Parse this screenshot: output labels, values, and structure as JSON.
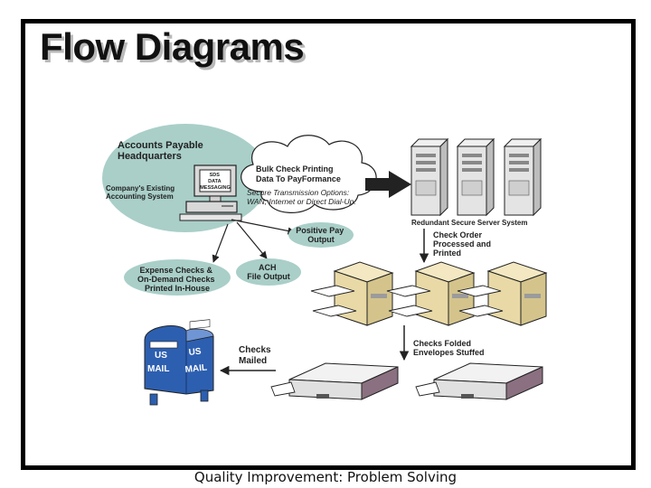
{
  "slide": {
    "title": "Flow Diagrams",
    "footer": "Quality Improvement: Problem Solving"
  },
  "diagram": {
    "accounts_payable": [
      "Accounts Payable",
      "Headquarters"
    ],
    "existing_system": [
      "Company's Existing",
      "Accounting System"
    ],
    "monitor_screen": [
      "SDS",
      "DATA",
      "MESSAGING"
    ],
    "bulk_check": [
      "Bulk Check Printing",
      "Data To PayFormance"
    ],
    "secure_transmission": [
      "Secure Transmission Options:",
      "WAN, Internet or Direct Dial-Up."
    ],
    "positive_pay": [
      "Positive Pay",
      "Output"
    ],
    "expense_checks": [
      "Expense Checks &",
      "On-Demand Checks",
      "Printed In-House"
    ],
    "ach": [
      "ACH",
      "File Output"
    ],
    "server_system": "Redundant Secure Server System",
    "check_order": [
      "Check Order",
      "Processed and",
      "Printed"
    ],
    "checks_folded": [
      "Checks Folded",
      "Envelopes Stuffed"
    ],
    "checks_mailed": [
      "Checks",
      "Mailed"
    ],
    "mailbox_us": "US",
    "mailbox_mail": "MAIL"
  },
  "colors": {
    "ellipse": "#a9cfc8",
    "mailbox": "#2d5fb0",
    "printer": "#e8d9a6"
  }
}
